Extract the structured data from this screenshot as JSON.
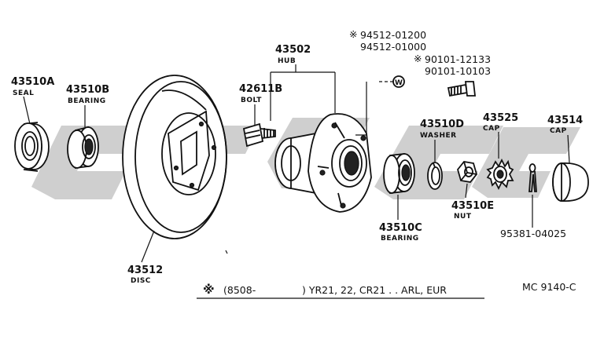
{
  "parts": {
    "seal": {
      "number": "43510A",
      "name": "SEAL"
    },
    "bearing_inner": {
      "number": "43510B",
      "name": "BEARING"
    },
    "hub": {
      "number": "43502",
      "name": "HUB"
    },
    "bolt": {
      "number": "42611B",
      "name": "BOLT"
    },
    "disc": {
      "number": "43512",
      "name": "DISC"
    },
    "bearing_outer": {
      "number": "43510C",
      "name": "BEARING"
    },
    "washer": {
      "number": "43510D",
      "name": "WASHER"
    },
    "nut": {
      "number": "43510E",
      "name": "NUT"
    },
    "cap_nut": {
      "number": "43525",
      "name": "CAP"
    },
    "cap_grease": {
      "number": "43514",
      "name": "CAP"
    },
    "cotter_pin": {
      "number": "95381-04025"
    }
  },
  "alt_parts": {
    "stud_a": "94512-01200",
    "stud_b": "94512-01000",
    "bolt_a": "90101-12133",
    "bolt_b": "90101-10103",
    "marker": "※",
    "circle_mark": "W"
  },
  "footnote": {
    "marker": "※",
    "text": "(8508-",
    "models": ") YR21, 22, CR21 . . ARL, EUR"
  },
  "diagram_code": "MC 9140-C"
}
